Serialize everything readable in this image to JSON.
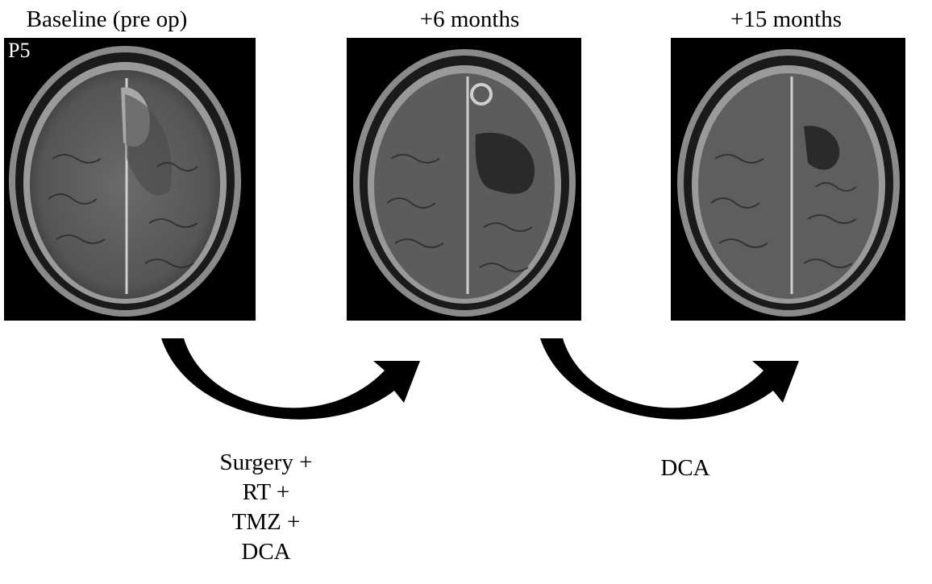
{
  "timepoints": [
    {
      "label": "Baseline (pre op)",
      "tag": "P5"
    },
    {
      "label": "+6 months"
    },
    {
      "label": "+15 months"
    }
  ],
  "treatments": [
    {
      "lines": [
        "Surgery +",
        "RT +",
        "TMZ +",
        "DCA"
      ]
    },
    {
      "lines": [
        "DCA"
      ]
    }
  ]
}
